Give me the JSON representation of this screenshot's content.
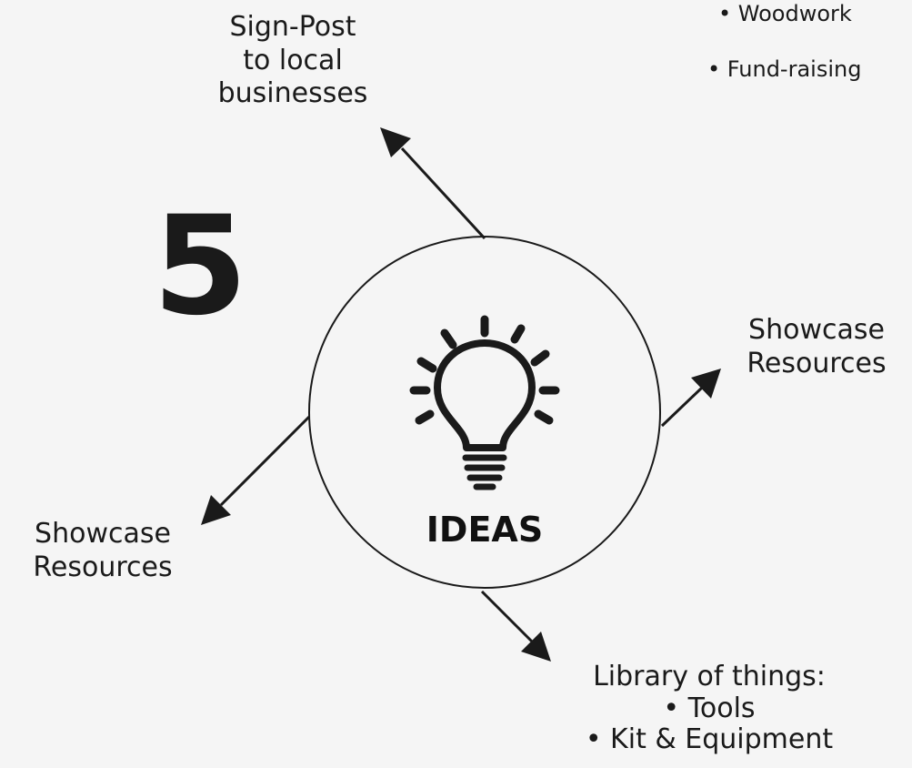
{
  "number": "5",
  "hub": {
    "label": "IDEAS",
    "icon": "lightbulb-icon"
  },
  "branches": {
    "top": {
      "lines": [
        "Sign-Post",
        "to local",
        "businesses"
      ]
    },
    "top_right": {
      "items": [
        "• Woodwork",
        "• Fund-raising"
      ]
    },
    "right": {
      "lines": [
        "Showcase",
        "Resources"
      ]
    },
    "left": {
      "lines": [
        "Showcase",
        "Resources"
      ]
    },
    "bottom": {
      "lines": [
        "Library of things:",
        "• Tools",
        "• Kit & Equipment"
      ]
    }
  },
  "colors": {
    "background": "#f5f5f5",
    "ink": "#1a1a1a"
  }
}
